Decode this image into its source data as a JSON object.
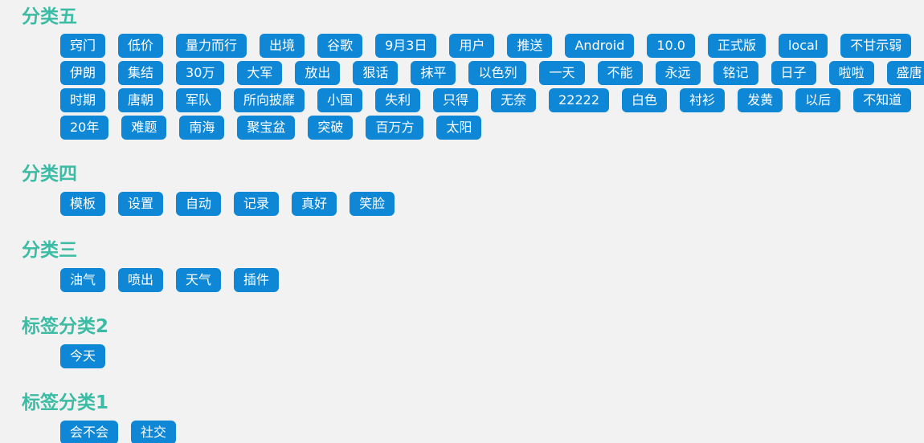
{
  "categories": [
    {
      "title": "分类五",
      "tags": [
        "窍门",
        "低价",
        "量力而行",
        "出境",
        "谷歌",
        "9月3日",
        "用户",
        "推送",
        "Android",
        "10.0",
        "正式版",
        "local",
        "不甘示弱",
        "伊朗",
        "集结",
        "30万",
        "大军",
        "放出",
        "狠话",
        "抹平",
        "以色列",
        "一天",
        "不能",
        "永远",
        "铭记",
        "日子",
        "啦啦",
        "盛唐",
        "时期",
        "唐朝",
        "军队",
        "所向披靡",
        "小国",
        "失利",
        "只得",
        "无奈",
        "22222",
        "白色",
        "衬衫",
        "发黄",
        "以后",
        "不知道",
        "20年",
        "难题",
        "南海",
        "聚宝盆",
        "突破",
        "百万方",
        "太阳"
      ]
    },
    {
      "title": "分类四",
      "tags": [
        "模板",
        "设置",
        "自动",
        "记录",
        "真好",
        "笑脸"
      ]
    },
    {
      "title": "分类三",
      "tags": [
        "油气",
        "喷出",
        "天气",
        "插件"
      ]
    },
    {
      "title": "标签分类2",
      "tags": [
        "今天"
      ]
    },
    {
      "title": "标签分类1",
      "tags": [
        "会不会",
        "社交"
      ]
    }
  ]
}
